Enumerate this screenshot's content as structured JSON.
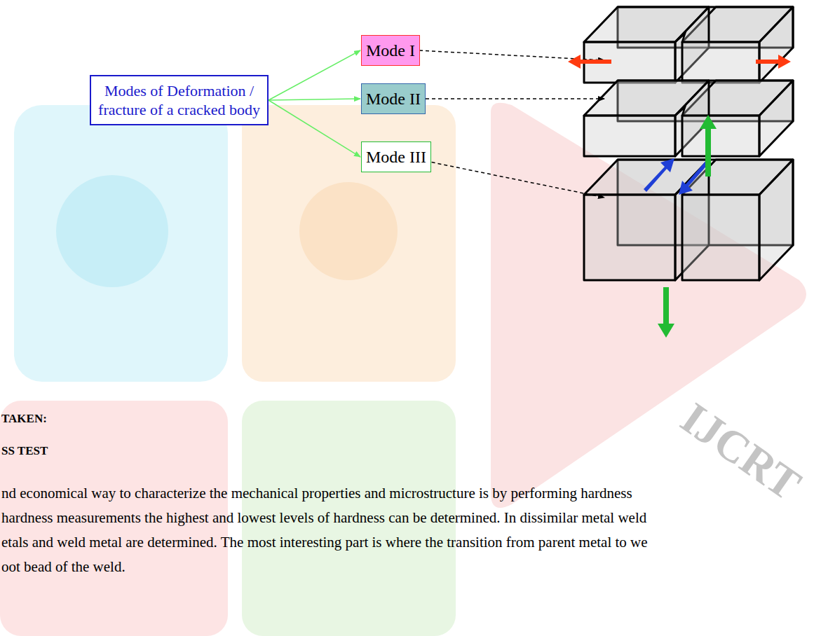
{
  "diagram": {
    "nodes": [
      {
        "text": [
          "Modes of Deformation / fracture of a cracked body"
        ]
      },
      {
        "text": [
          "Mode I"
        ]
      },
      {
        "text": [
          "Mode II"
        ]
      },
      {
        "text": [
          "Mode III"
        ]
      }
    ],
    "edges": [
      {
        "from": 0,
        "to": 1,
        "arrow": "to"
      },
      {
        "from": 0,
        "to": 2,
        "arrow": "to"
      },
      {
        "from": 0,
        "to": 3,
        "arrow": "to"
      }
    ],
    "labels": [
      "TAKEN:",
      "SS TEST",
      "nd economical way to characterize the mechanical properties and microstructure is by performing hardness",
      "hardness measurements the highest and lowest levels of hardness can be determined. In dissimilar metal weld",
      "etals and weld metal are determined. The most interesting part is where the transition from parent metal to we",
      "oot bead of the weld.",
      "IJCRT"
    ]
  }
}
